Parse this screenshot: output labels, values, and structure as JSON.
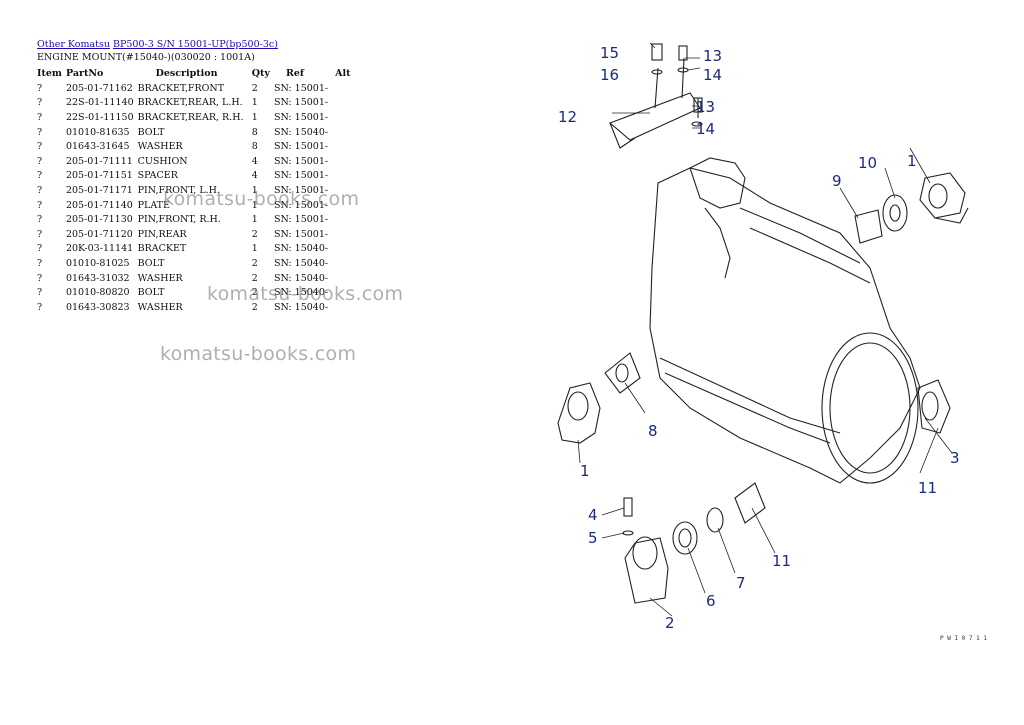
{
  "breadcrumb": {
    "link1": "Other Komatsu",
    "link2": "BP500-3 S/N 15001-UP(bp500-3c)"
  },
  "subtitle": "ENGINE MOUNT(#15040-)(030020 : 1001A)",
  "table": {
    "headers": [
      "Item",
      "PartNo",
      "Description",
      "Qty",
      "Ref",
      "Alt"
    ],
    "rows": [
      [
        "?",
        "205-01-71162",
        "BRACKET,FRONT",
        "2",
        "SN: 15001-",
        ""
      ],
      [
        "?",
        "22S-01-11140",
        "BRACKET,REAR, L.H.",
        "1",
        "SN: 15001-",
        ""
      ],
      [
        "?",
        "22S-01-11150",
        "BRACKET,REAR, R.H.",
        "1",
        "SN: 15001-",
        ""
      ],
      [
        "?",
        "01010-81635",
        "BOLT",
        "8",
        "SN: 15040-",
        ""
      ],
      [
        "?",
        "01643-31645",
        "WASHER",
        "8",
        "SN: 15001-",
        ""
      ],
      [
        "?",
        "205-01-71111",
        "CUSHION",
        "4",
        "SN: 15001-",
        ""
      ],
      [
        "?",
        "205-01-71151",
        "SPACER",
        "4",
        "SN: 15001-",
        ""
      ],
      [
        "?",
        "205-01-71171",
        "PIN,FRONT, L.H.",
        "1",
        "SN: 15001-",
        ""
      ],
      [
        "?",
        "205-01-71140",
        "PLATE",
        "1",
        "SN: 15001-",
        ""
      ],
      [
        "?",
        "205-01-71130",
        "PIN,FRONT, R.H.",
        "1",
        "SN: 15001-",
        ""
      ],
      [
        "?",
        "205-01-71120",
        "PIN,REAR",
        "2",
        "SN: 15001-",
        ""
      ],
      [
        "?",
        "20K-03-11141",
        "BRACKET",
        "1",
        "SN: 15040-",
        ""
      ],
      [
        "?",
        "01010-81025",
        "BOLT",
        "2",
        "SN: 15040-",
        ""
      ],
      [
        "?",
        "01643-31032",
        "WASHER",
        "2",
        "SN: 15040-",
        ""
      ],
      [
        "?",
        "01010-80820",
        "BOLT",
        "2",
        "SN: 15040-",
        ""
      ],
      [
        "?",
        "01643-30823",
        "WASHER",
        "2",
        "SN: 15040-",
        ""
      ]
    ]
  },
  "watermark": "komatsu-books.com",
  "diagram": {
    "callouts": [
      "1",
      "1",
      "2",
      "3",
      "4",
      "5",
      "6",
      "7",
      "8",
      "9",
      "10",
      "11",
      "11",
      "12",
      "13",
      "13",
      "14",
      "14",
      "15",
      "16"
    ],
    "drawing_code": "P W I 0 7 1 1"
  }
}
